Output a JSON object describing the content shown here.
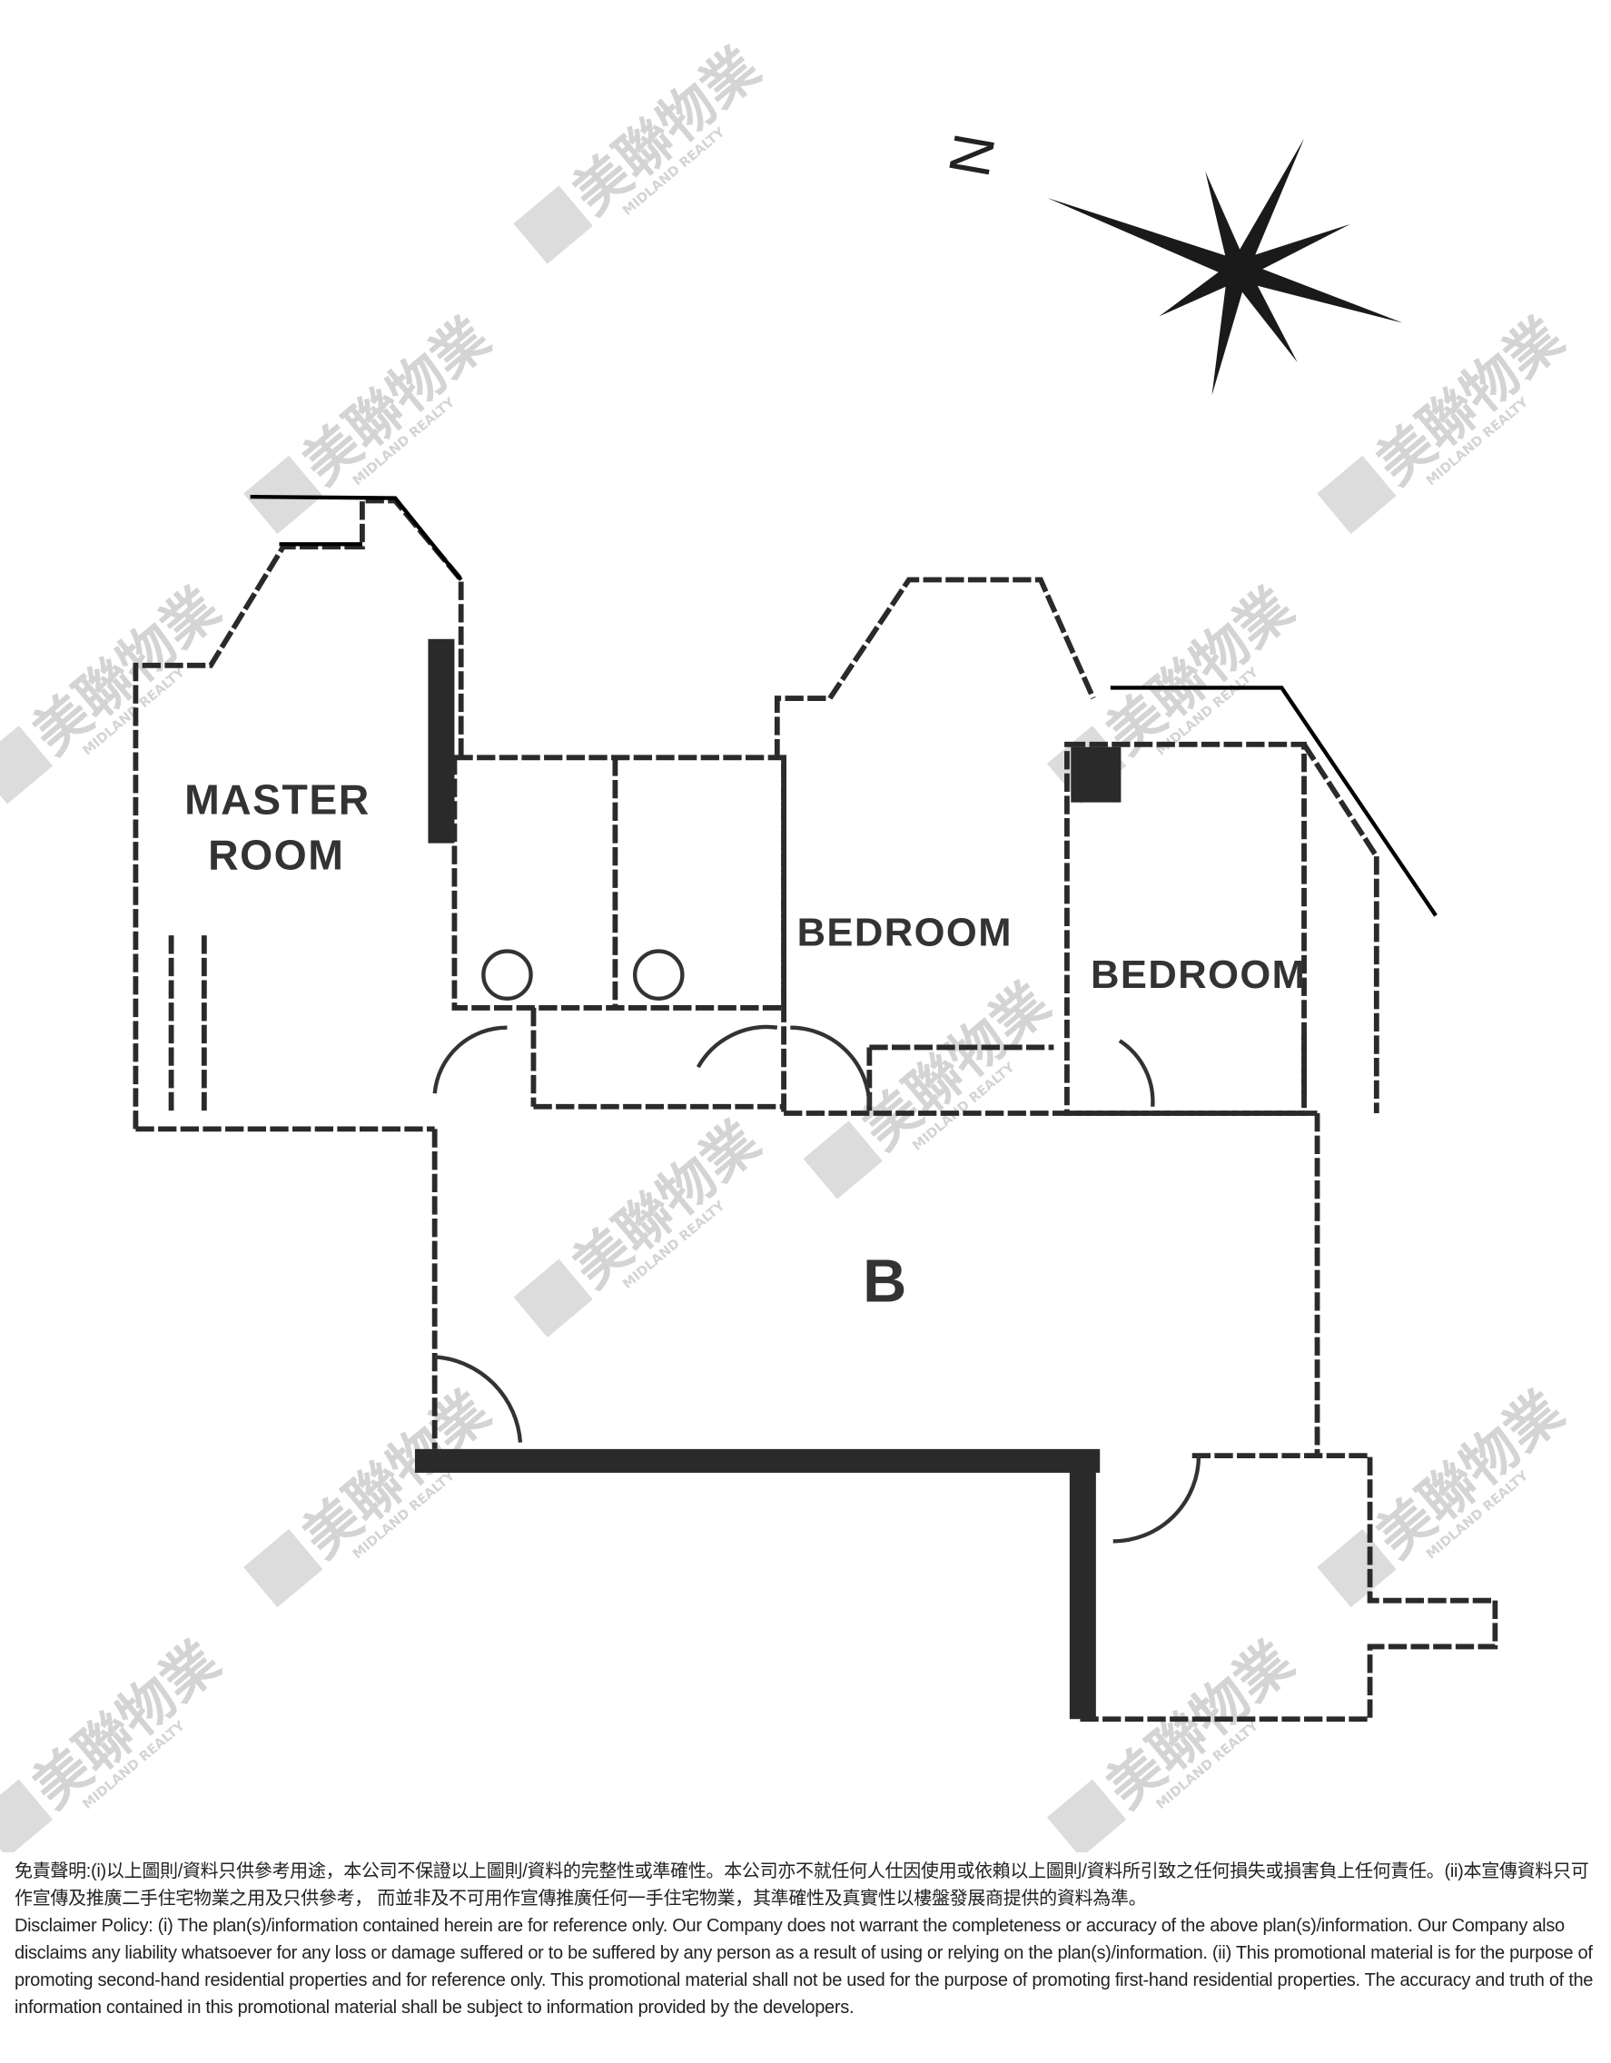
{
  "plan": {
    "rooms": {
      "master_line1": "MASTER",
      "master_line2": "ROOM",
      "bedroom_1": "BEDROOM",
      "bedroom_2": "BEDROOM",
      "living": "B"
    },
    "compass": {
      "north_label": "N"
    },
    "watermark": {
      "chinese": "美聯物業",
      "english": "MIDLAND REALTY"
    },
    "colors": {
      "wall": "#2a2a2a",
      "watermark": "#d4d4d4"
    }
  },
  "disclaimer": {
    "chinese": "免責聲明:(i)以上圖則/資料只供參考用途，本公司不保證以上圖則/資料的完整性或準確性。本公司亦不就任何人仕因使用或依賴以上圖則/資料所引致之任何損失或損害負上任何責任。(ii)本宣傳資料只可作宣傳及推廣二手住宅物業之用及只供參考， 而並非及不可用作宣傳推廣任何一手住宅物業，其準確性及真實性以樓盤發展商提供的資料為準。",
    "english": "Disclaimer Policy: (i) The plan(s)/information contained herein are for reference only. Our Company does not warrant the completeness or accuracy of the above plan(s)/information. Our Company also disclaims any liability whatsoever for any loss or damage suffered or to be suffered by any person as a result of using or relying on the plan(s)/information. (ii) This promotional material is for the purpose of promoting second-hand residential properties and for reference only. This promotional material shall not be used for the purpose of promoting first-hand residential properties. The accuracy and truth of the information contained in this promotional material shall be subject to information provided by the developers."
  }
}
